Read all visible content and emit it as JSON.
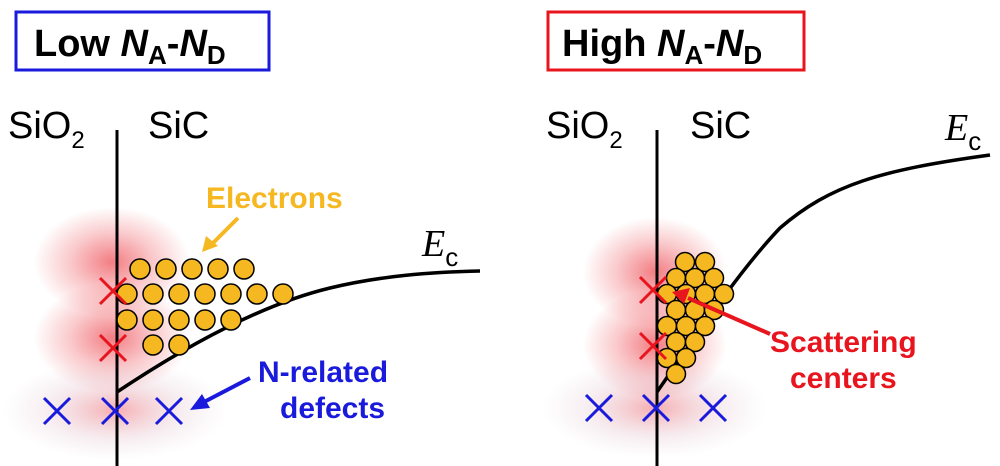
{
  "colors": {
    "low_frame": "#1a1adc",
    "high_frame": "#e8141e",
    "electron_fill": "#f5b820",
    "electron_stroke": "#000000",
    "electrons_label": "#f5b820",
    "defect_label": "#1a1adc",
    "scatter_label": "#e8141e",
    "red_x": "#e8141e",
    "blue_x": "#1a1adc"
  },
  "panels": [
    {
      "id": "low",
      "title": {
        "main": "Low ",
        "n1": "N",
        "s1": "A",
        "dash": "-",
        "n2": "N",
        "s2": "D"
      },
      "oxide_label": {
        "main": "SiO",
        "sub": "2"
      },
      "sic_label": "SiC",
      "ec_label": {
        "main": "E",
        "sub": "c"
      },
      "electrons_label": "Electrons",
      "defects_label": [
        "N-related",
        "defects"
      ]
    },
    {
      "id": "high",
      "title": {
        "main": "High ",
        "n1": "N",
        "s1": "A",
        "dash": "-",
        "n2": "N",
        "s2": "D"
      },
      "oxide_label": {
        "main": "SiO",
        "sub": "2"
      },
      "sic_label": "SiC",
      "ec_label": {
        "main": "E",
        "sub": "c"
      },
      "scatter_label": [
        "Scattering",
        "centers"
      ]
    }
  ]
}
